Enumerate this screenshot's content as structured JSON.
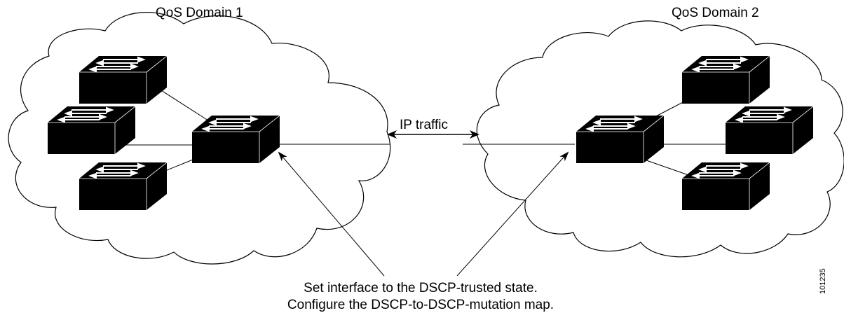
{
  "domains": [
    {
      "title": "QoS Domain 1"
    },
    {
      "title": "QoS Domain 2"
    }
  ],
  "link_label": "IP traffic",
  "callout": {
    "line1": "Set interface to the DSCP-trusted state.",
    "line2": "Configure the DSCP-to-DSCP-mutation map."
  },
  "figure_id": "101235",
  "colors": {
    "switch_body": "#000000",
    "arrows": "#ffffff",
    "line": "#000000"
  }
}
